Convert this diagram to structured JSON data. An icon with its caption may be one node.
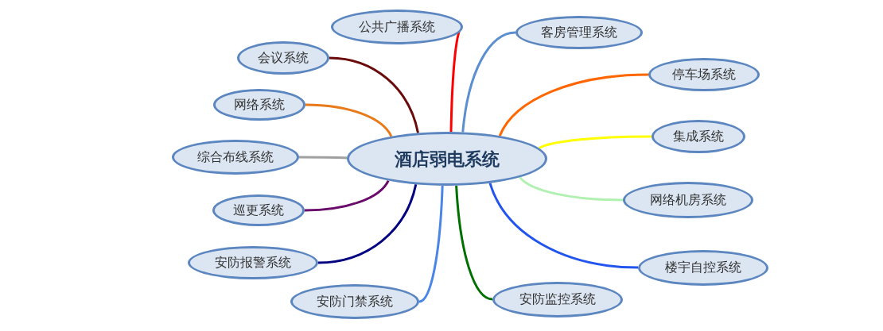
{
  "diagram": {
    "nodes": [
      {
        "text": [
          "酒店弱电系统"
        ]
      },
      {
        "text": [
          "公共广播系统"
        ]
      },
      {
        "text": [
          "会议系统"
        ]
      },
      {
        "text": [
          "网络系统"
        ]
      },
      {
        "text": [
          "综合布线系统"
        ]
      },
      {
        "text": [
          "巡更系统"
        ]
      },
      {
        "text": [
          "安防报警系统"
        ]
      },
      {
        "text": [
          "安防门禁系统"
        ]
      },
      {
        "text": [
          "客房管理系统"
        ]
      },
      {
        "text": [
          "停车场系统"
        ]
      },
      {
        "text": [
          "集成系统"
        ]
      },
      {
        "text": [
          "网络机房系统"
        ]
      },
      {
        "text": [
          "楼宇自控系统"
        ]
      },
      {
        "text": [
          "安防监控系统"
        ]
      }
    ],
    "edges": [
      {
        "from": 0,
        "to": 1,
        "arrow": "none",
        "color": "#ff0000"
      },
      {
        "from": 0,
        "to": 2,
        "arrow": "none",
        "color": "#6b0a0a"
      },
      {
        "from": 0,
        "to": 3,
        "arrow": "none",
        "color": "#e87a1a"
      },
      {
        "from": 0,
        "to": 4,
        "arrow": "none",
        "color": "#a0a0a0"
      },
      {
        "from": 0,
        "to": 5,
        "arrow": "none",
        "color": "#6a0a6a"
      },
      {
        "from": 0,
        "to": 6,
        "arrow": "none",
        "color": "#000080"
      },
      {
        "from": 0,
        "to": 7,
        "arrow": "none",
        "color": "#4a86e8"
      },
      {
        "from": 0,
        "to": 8,
        "arrow": "none",
        "color": "#5b8fd0"
      },
      {
        "from": 0,
        "to": 9,
        "arrow": "none",
        "color": "#ff6600"
      },
      {
        "from": 0,
        "to": 10,
        "arrow": "none",
        "color": "#ffff00"
      },
      {
        "from": 0,
        "to": 11,
        "arrow": "none",
        "color": "#b0f0b0"
      },
      {
        "from": 0,
        "to": 12,
        "arrow": "none",
        "color": "#2255ee"
      },
      {
        "from": 0,
        "to": 13,
        "arrow": "none",
        "color": "#007000"
      }
    ]
  }
}
